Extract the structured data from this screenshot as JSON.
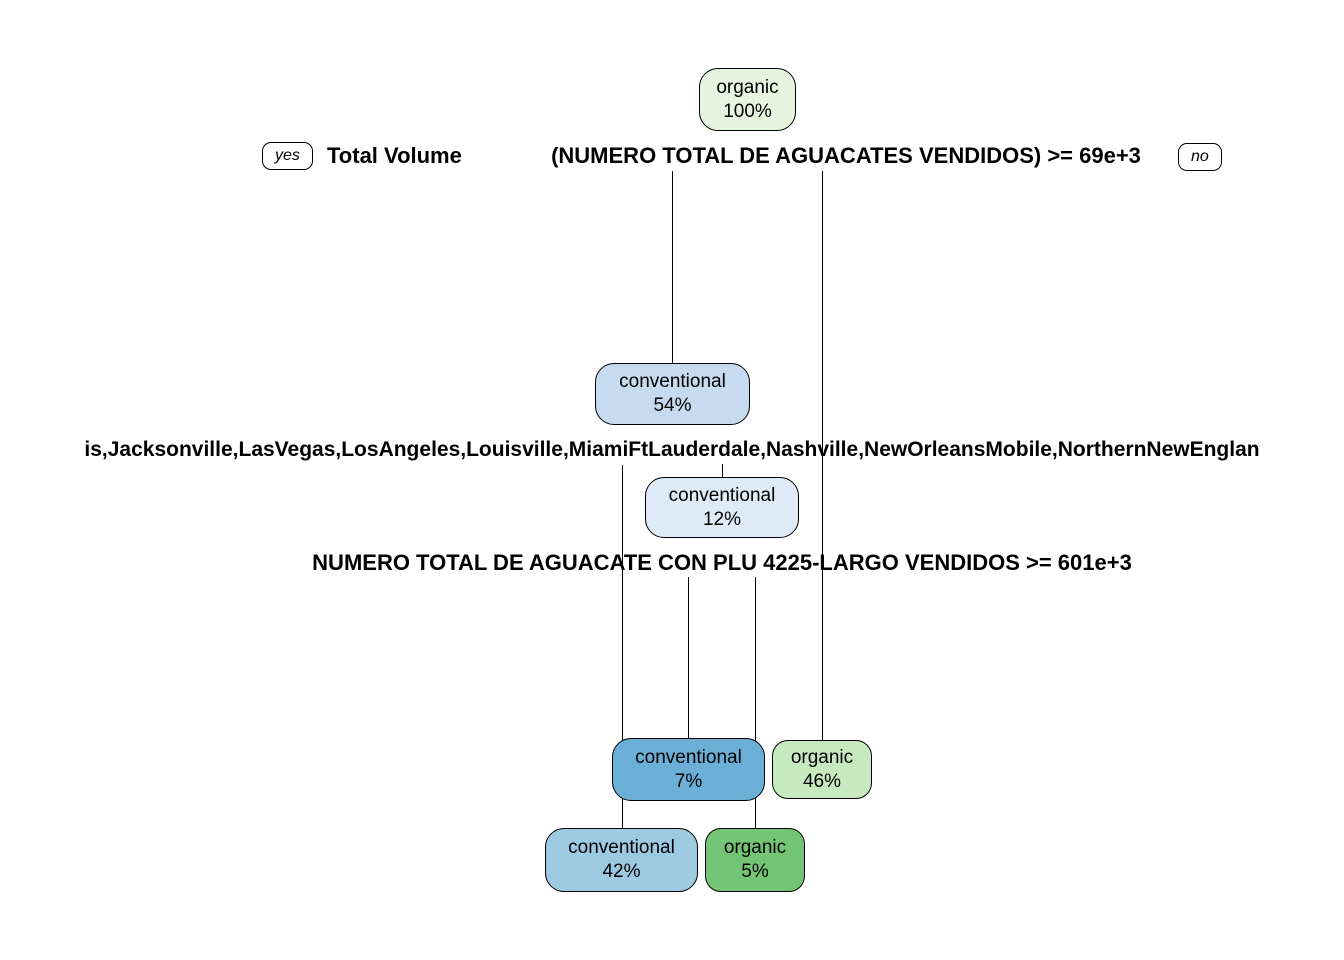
{
  "figure": {
    "type": "decision-tree-plot",
    "background": "#ffffff",
    "yes_label": "yes",
    "no_label": "no"
  },
  "splits": {
    "s1_var": "Total Volume",
    "s1_cond": "(NUMERO TOTAL DE AGUACATES VENDIDOS) >= 69e+3",
    "s2_cities": "is,Jacksonville,LasVegas,LosAngeles,Louisville,MiamiFtLauderdale,Nashville,NewOrleansMobile,NorthernNewEnglan",
    "s3_cond": "NUMERO TOTAL DE AGUACATE CON PLU 4225-LARGO VENDIDOS >= 601e+3"
  },
  "nodes": {
    "root": {
      "label": "conventional_or_organic",
      "class": "organic",
      "value": "100%",
      "color": "#e5f5e0"
    },
    "conv54": {
      "label": "conventional_or_organic",
      "class": "conventional",
      "value": "54%",
      "color": "#c6dbef"
    },
    "conv12": {
      "label": "conventional_or_organic",
      "class": "conventional",
      "value": "12%",
      "color": "#deebf7"
    },
    "conv7": {
      "label": "conventional_or_organic",
      "class": "conventional",
      "value": "7%",
      "color": "#6baed6"
    },
    "org46": {
      "label": "conventional_or_organic",
      "class": "organic",
      "value": "46%",
      "color": "#c7e9c0"
    },
    "conv42": {
      "label": "conventional_or_organic",
      "class": "conventional",
      "value": "42%",
      "color": "#9ecae1"
    },
    "org5": {
      "label": "conventional_or_organic",
      "class": "organic",
      "value": "5%",
      "color": "#74c476"
    }
  },
  "tree_structure": {
    "root": {
      "node": "organic 100%",
      "split": "Total Volume (NUMERO TOTAL DE AGUACATES VENDIDOS) >= 69e+3",
      "yes": {
        "node": "conventional 54%",
        "split": "region in {…,Jacksonville,LasVegas,LosAngeles,Louisville,MiamiFtLauderdale,Nashville,NewOrleansMobile,NorthernNewEngland,…}",
        "yes": {
          "node": "conventional 42%"
        },
        "no": {
          "node": "conventional 12%",
          "split": "NUMERO TOTAL DE AGUACATE CON PLU 4225-LARGO VENDIDOS >= 601e+3",
          "yes": {
            "node": "conventional 7%"
          },
          "no": {
            "node": "organic 5%"
          }
        }
      },
      "no": {
        "node": "organic 46%"
      }
    }
  }
}
